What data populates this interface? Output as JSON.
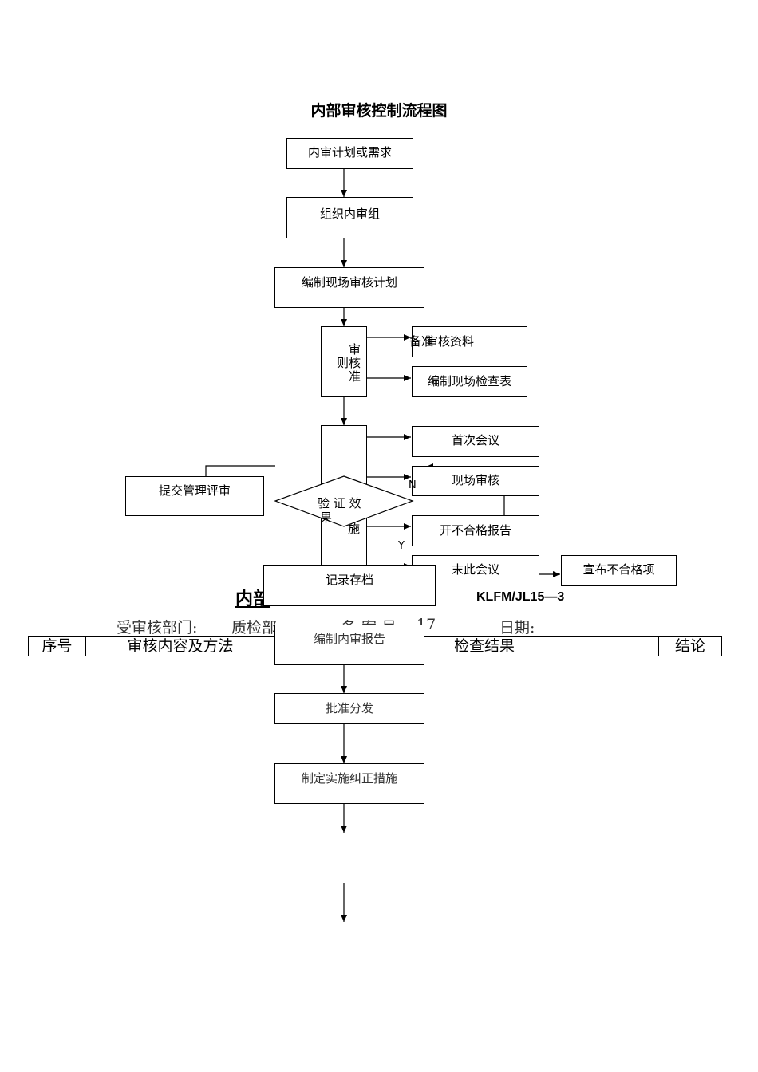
{
  "flow": {
    "title": "内部审核控制流程图",
    "n1": "内审计划或需求",
    "n2": "组织内审组",
    "n3": "编制现场审核计划",
    "n4_a": "审",
    "n4_b": "则核",
    "n4_c": "准",
    "n5_overlap_a": "备",
    "n5_overlap_b": "准",
    "n5": "审核资料",
    "n6": "编制现场检查表",
    "n7": "首次会议",
    "n8": "现场审核",
    "n8_n": "N",
    "n9": "开不合格报告",
    "n9_side": "施",
    "n10": "末此会议",
    "n11": "宣布不合格项",
    "submit": "提交管理评审",
    "diamond_a": "验 证 效",
    "diamond_b": "果",
    "yes": "Y",
    "record": "记录存档",
    "report": "编制内审报告",
    "approve": "批准分发",
    "corrective": "制定实施纠正措施"
  },
  "doc": {
    "heading_partial": "内部",
    "code": "KLFM/JL15—3",
    "dept_label": "受审核部门:",
    "dept_value": "质检部",
    "no_label": "备 案 号:",
    "no_value": "17",
    "date_label": "日期:",
    "table_headers": [
      "序号",
      "审核内容及方法",
      "检查结果",
      "结论"
    ]
  }
}
